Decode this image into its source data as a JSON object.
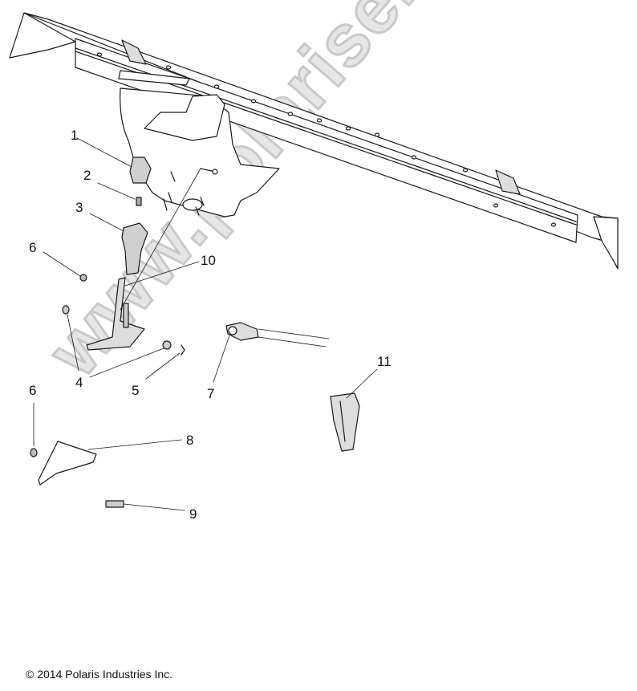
{
  "diagram": {
    "type": "exploded-parts-diagram",
    "watermark": "www.polarisersatzteile.de",
    "copyright": "© 2014 Polaris Industries Inc.",
    "colors": {
      "line": "#1a1a1a",
      "part_fill": "#ffffff",
      "part_shade": "#cfcfcf",
      "watermark_fill": "#e6e6e6",
      "watermark_stroke": "#c9c9c9"
    },
    "callouts": [
      {
        "id": "1",
        "label": "1"
      },
      {
        "id": "2",
        "label": "2"
      },
      {
        "id": "3",
        "label": "3"
      },
      {
        "id": "4",
        "label": "4"
      },
      {
        "id": "5",
        "label": "5"
      },
      {
        "id": "6a",
        "label": "6"
      },
      {
        "id": "6b",
        "label": "6"
      },
      {
        "id": "7",
        "label": "7"
      },
      {
        "id": "8",
        "label": "8"
      },
      {
        "id": "9",
        "label": "9"
      },
      {
        "id": "10",
        "label": "10"
      },
      {
        "id": "11",
        "label": "11"
      }
    ]
  }
}
